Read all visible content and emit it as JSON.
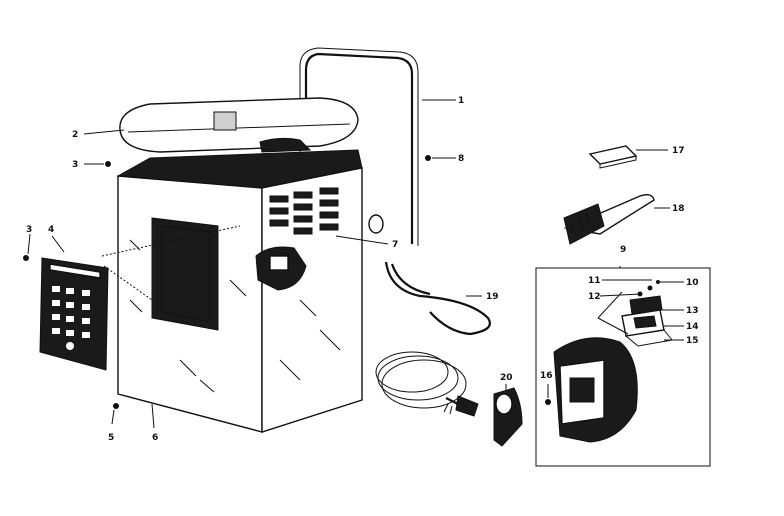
{
  "callouts": [
    {
      "id": "c1",
      "text": "1"
    },
    {
      "id": "c2",
      "text": "2"
    },
    {
      "id": "c3",
      "text": "3"
    },
    {
      "id": "c3b",
      "text": "3"
    },
    {
      "id": "c4",
      "text": "4"
    },
    {
      "id": "c5",
      "text": "5"
    },
    {
      "id": "c6",
      "text": "6"
    },
    {
      "id": "c7",
      "text": "7"
    },
    {
      "id": "c8",
      "text": "8"
    },
    {
      "id": "c9",
      "text": "9"
    },
    {
      "id": "c10",
      "text": "10"
    },
    {
      "id": "c11",
      "text": "11"
    },
    {
      "id": "c12",
      "text": "12"
    },
    {
      "id": "c13",
      "text": "13"
    },
    {
      "id": "c14",
      "text": "14"
    },
    {
      "id": "c15",
      "text": "15"
    },
    {
      "id": "c16",
      "text": "16"
    },
    {
      "id": "c17",
      "text": "17"
    },
    {
      "id": "c18",
      "text": "18"
    },
    {
      "id": "c19",
      "text": "19"
    },
    {
      "id": "c20",
      "text": "20"
    }
  ]
}
